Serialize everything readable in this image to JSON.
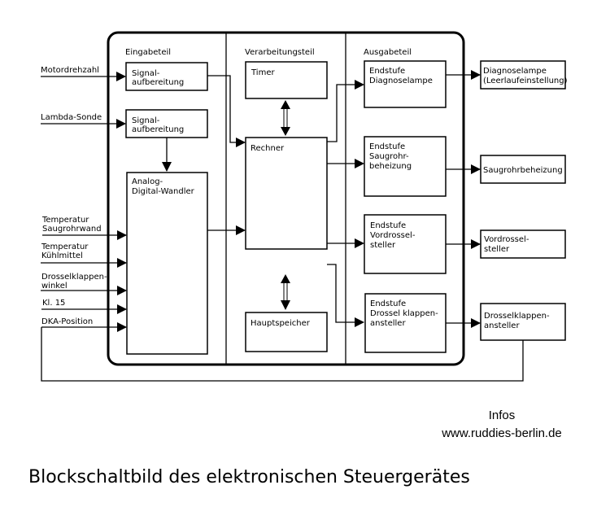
{
  "sections": {
    "input": "Eingabeteil",
    "processing": "Verarbeitungsteil",
    "output": "Ausgabeteil"
  },
  "input_signals": {
    "motordrehzahl": [
      "Motordrehzahl"
    ],
    "lambda": [
      "Lambda-Sonde"
    ],
    "temp_saugrohr": [
      "Temperatur",
      "Saugrohrwand"
    ],
    "temp_kuehl": [
      "Temperatur",
      "Kühlmittel"
    ],
    "drosselklappenwinkel": [
      "Drosselklappen-",
      "winkel"
    ],
    "kl15": [
      "Kl. 15"
    ],
    "dka": [
      "DKA-Position"
    ]
  },
  "blocks": {
    "signal1": [
      "Signal-",
      "aufbereitung"
    ],
    "signal2": [
      "Signal-",
      "aufbereitung"
    ],
    "adc": [
      "Analog-",
      "Digital-Wandler"
    ],
    "timer": [
      "Timer"
    ],
    "rechner": [
      "Rechner"
    ],
    "hauptspeicher": [
      "Hauptspeicher"
    ],
    "end_diag": [
      "Endstufe",
      "Diagnoselampe"
    ],
    "end_saug": [
      "Endstufe",
      "Saugrohr-",
      "beheizung"
    ],
    "end_vord": [
      "Endstufe",
      "Vordrossel-",
      "steller"
    ],
    "end_dk": [
      "Endstufe",
      "Drossel klappen-",
      "ansteller"
    ]
  },
  "outputs": {
    "diag": [
      "Diagnoselampe",
      "(Leerlaufeinstellung)"
    ],
    "saug": [
      "Saugrohrbeheizung"
    ],
    "vord": [
      "Vordrossel-",
      "steller"
    ],
    "dk": [
      "Drosselklappen-",
      "ansteller"
    ]
  },
  "footer": {
    "info_label": "Infos",
    "url": "www.ruddies-berlin.de",
    "title": "Blockschaltbild des elektronischen Steuergerätes"
  }
}
